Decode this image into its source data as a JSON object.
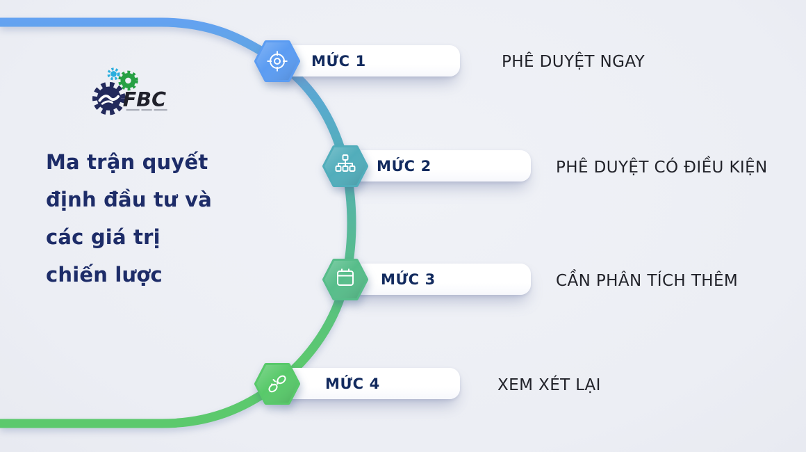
{
  "background_color": "#eceef4",
  "logo": {
    "text": "FBC",
    "text_color": "#20212b",
    "gear_colors": {
      "navy": "#232a5c",
      "green": "#27a044",
      "cyan": "#2aaede"
    }
  },
  "title": {
    "text": "Ma trận quyết định đầu tư và các giá trị chiến lược",
    "lines": [
      "Ma trận quyết",
      "định đầu tư và",
      "các giá trị",
      "chiến lược"
    ],
    "color": "#1d2c68"
  },
  "levels": [
    {
      "label": "MỨC 1",
      "description": "PHÊ DUYỆT NGAY",
      "icon": "target-icon",
      "hex_color": "#5b9cf2"
    },
    {
      "label": "MỨC 2",
      "description": "PHÊ DUYỆT CÓ ĐIỀU KIỆN",
      "icon": "sitemap-icon",
      "hex_color": "#51adbb"
    },
    {
      "label": "MỨC 3",
      "description": "CẦN PHÂN TÍCH THÊM",
      "icon": "calendar-icon",
      "hex_color": "#57bd8a"
    },
    {
      "label": "MỨC 4",
      "description": "XEM XÉT LẠI",
      "icon": "broken-link-icon",
      "hex_color": "#58c96a"
    }
  ],
  "label_color": "#122a5e",
  "descriptor_color": "#212229",
  "connector_colors": {
    "blue": "#64a2f2",
    "teal": "#54aebc",
    "green": "#58bd8b",
    "bright_green": "#5cc96d"
  }
}
